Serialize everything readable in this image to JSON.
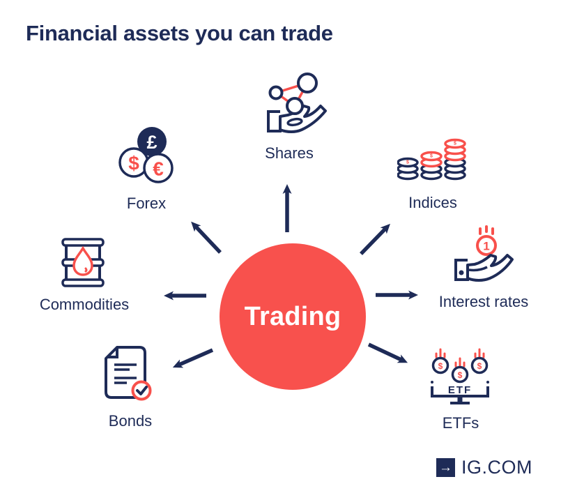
{
  "title": "Financial assets you can trade",
  "center": {
    "label": "Trading"
  },
  "nodes": [
    {
      "id": "forex",
      "label": "Forex"
    },
    {
      "id": "shares",
      "label": "Shares"
    },
    {
      "id": "indices",
      "label": "Indices"
    },
    {
      "id": "interest-rates",
      "label": "Interest rates"
    },
    {
      "id": "etfs",
      "label": "ETFs"
    },
    {
      "id": "bonds",
      "label": "Bonds"
    },
    {
      "id": "commodities",
      "label": "Commodities"
    }
  ],
  "icons": {
    "forex": {
      "pound": "£",
      "dollar": "$",
      "euro": "€"
    },
    "indices": {
      "coin_symbol": "$"
    },
    "interest": {
      "coin_number": "1"
    },
    "etf": {
      "coin_symbol": "$",
      "basket_label": "ETF"
    }
  },
  "footer": {
    "brand": "IG.COM",
    "arrow_glyph": "→"
  },
  "colors": {
    "navy": "#1e2b57",
    "red": "#f8504b",
    "background": "#ffffff",
    "center_circle": "#f8514d"
  }
}
